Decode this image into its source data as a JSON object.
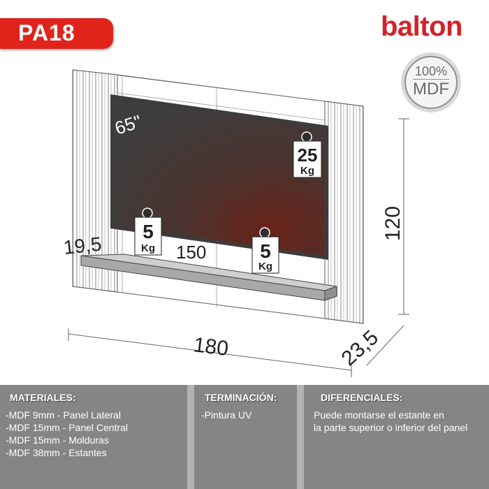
{
  "product": {
    "code": "PA18"
  },
  "brand": {
    "name": "balton",
    "color": "#d2232a"
  },
  "seal": {
    "percent": "100%",
    "material": "MDF"
  },
  "drawing": {
    "tv_size": "65\"",
    "top_load": {
      "value": "25",
      "unit": "Kg"
    },
    "left_load": {
      "value": "5",
      "unit": "Kg"
    },
    "right_load": {
      "value": "5",
      "unit": "Kg"
    },
    "shelf_depth": "19,5",
    "shelf_width": "150",
    "total_width": "180",
    "total_height": "120",
    "total_depth": "23,5"
  },
  "info": {
    "materials": {
      "title": "MATERIALES:",
      "items": [
        "-MDF 9mm - Panel Lateral",
        "-MDF 15mm - Panel Central",
        "-MDF 15mm - Molduras",
        "-MDF 38mm - Estantes"
      ]
    },
    "finish": {
      "title": "TERMINACIÓN:",
      "items": [
        "-Pintura UV"
      ]
    },
    "features": {
      "title": "DIFERENCIALES:",
      "lines": [
        "Puede montarse el estante en",
        "la parte superior o inferior del panel"
      ]
    }
  },
  "colors": {
    "badge": "#e0241b",
    "info_panel": "#858585",
    "tv_screen": "#4a3430"
  }
}
